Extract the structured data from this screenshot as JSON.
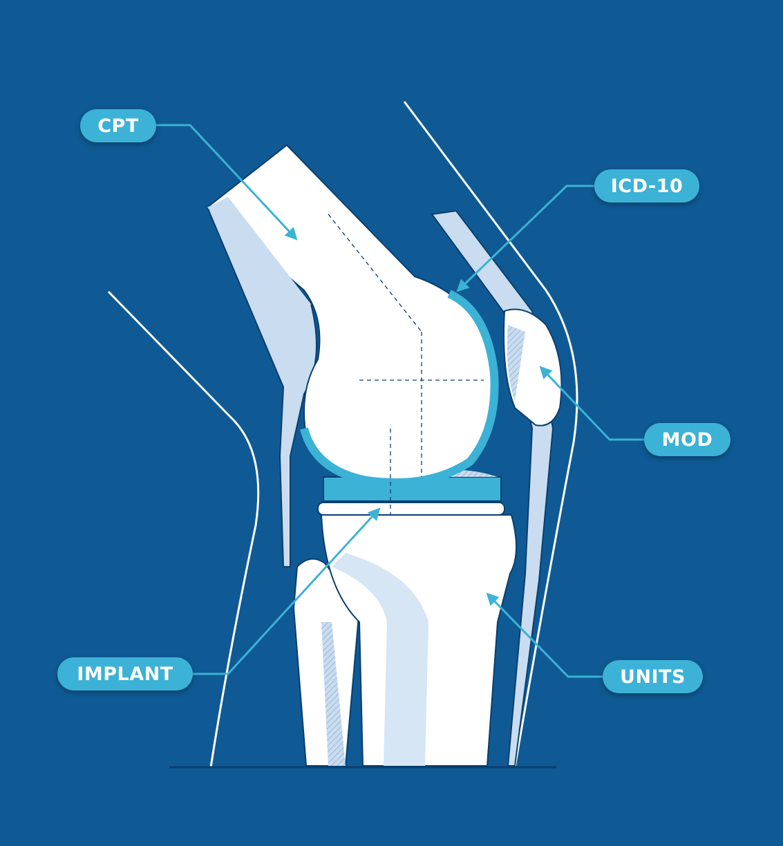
{
  "diagram": {
    "subject": "knee-implant",
    "colors": {
      "background": "#0f5a94",
      "accent": "#3cb2d6",
      "bone": "#ffffff",
      "shade": "#c9dcf0"
    },
    "labels": {
      "cpt": "CPT",
      "icd10": "ICD-10",
      "mod": "MOD",
      "implant": "IMPLANT",
      "units": "UNITS"
    }
  }
}
